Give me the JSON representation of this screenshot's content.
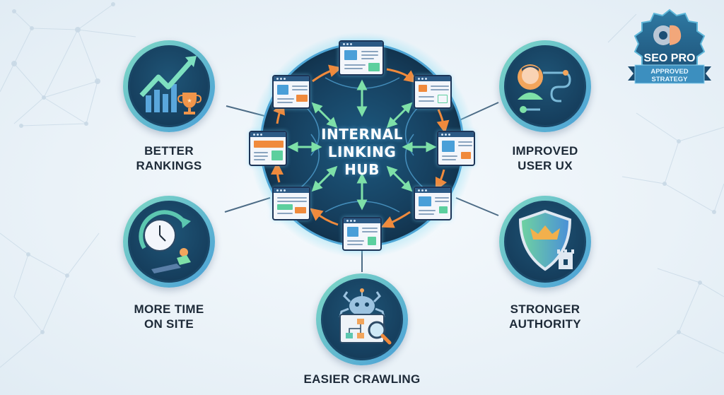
{
  "hub": {
    "title_lines": [
      "INTERNAL",
      "LINKING",
      "HUB"
    ],
    "page_count": 8,
    "arrow_color_outer": "#f08a3c",
    "arrow_color_inner": "#6fd3a0",
    "circle_color": "#163f5e"
  },
  "features": [
    {
      "id": "better-rankings",
      "label_lines": [
        "BETTER",
        "RANKINGS"
      ],
      "icon": "trending-up-trophy-icon"
    },
    {
      "id": "improved-user-ux",
      "label_lines": [
        "IMPROVED",
        "USER UX"
      ],
      "icon": "user-journey-icon"
    },
    {
      "id": "more-time-on-site",
      "label_lines": [
        "MORE TIME",
        "ON SITE"
      ],
      "icon": "clock-relaxing-icon"
    },
    {
      "id": "stronger-authority",
      "label_lines": [
        "STRONGER",
        "AUTHORITY"
      ],
      "icon": "shield-crown-icon"
    },
    {
      "id": "easier-crawling",
      "label_lines": [
        "EASIER CRAWLING"
      ],
      "icon": "spider-bot-sitemap-icon"
    }
  ],
  "badge": {
    "title": "SEO PRO",
    "subtitle_lines": [
      "APPROVED",
      "STRATEGY"
    ],
    "icon": "gear-brain-icon"
  },
  "colors": {
    "accent_teal": "#6fd3c0",
    "accent_blue": "#4a9fd8",
    "accent_orange": "#f08a3c",
    "dark_navy": "#163f5e",
    "label_text": "#1d2a38"
  }
}
